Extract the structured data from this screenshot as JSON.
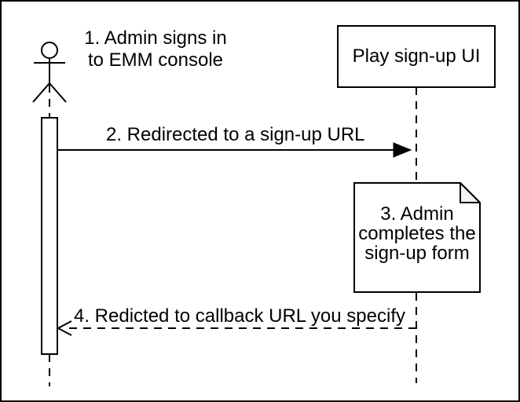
{
  "diagram": {
    "type": "sequence-diagram",
    "colors": {
      "background": "#ffffff",
      "stroke": "#000000",
      "shape_fill": "#ffffff",
      "note_fold_fill": "#f2f2f2"
    },
    "actor": {
      "label_line1": "1. Admin signs in",
      "label_line2": "to EMM console"
    },
    "play_box": {
      "label": "Play sign-up UI"
    },
    "note": {
      "line1": "3. Admin",
      "line2": "completes the",
      "line3": "sign-up form"
    },
    "messages": {
      "msg2": {
        "label": "2. Redirected to a sign-up URL",
        "style": "solid",
        "direction": "right"
      },
      "msg4": {
        "label": "4. Redicted to callback URL you specify",
        "style": "dashed",
        "direction": "left"
      }
    }
  }
}
